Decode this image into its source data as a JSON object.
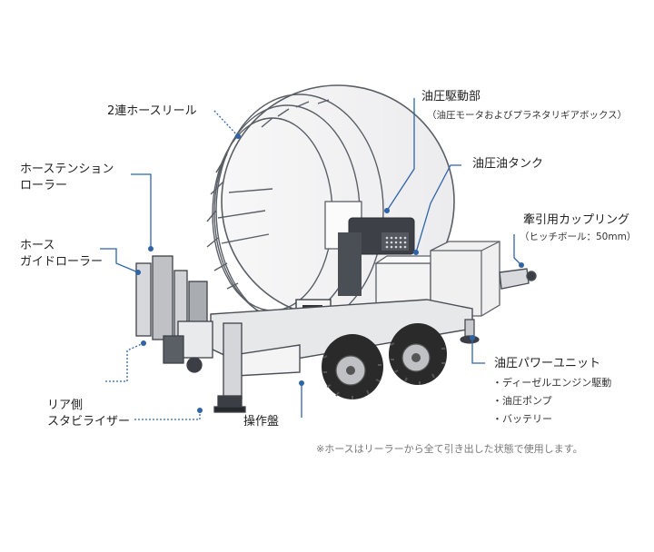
{
  "labels": {
    "twin_reel": "2連ホースリール",
    "tension_roller_1": "ホーステンション",
    "tension_roller_2": "ローラー",
    "guide_roller_1": "ホース",
    "guide_roller_2": "ガイドローラー",
    "rear_stabilizer_1": "リア側",
    "rear_stabilizer_2": "スタビライザー",
    "control_panel": "操作盤",
    "hydraulic_drive": "油圧駆動部",
    "hydraulic_drive_sub": "（油圧モータおよびプラネタリギアボックス）",
    "oil_tank": "油圧油タンク",
    "coupling": "牽引用カップリング",
    "coupling_sub": "（ヒッチボール：50mm）",
    "power_unit": "油圧パワーユニット",
    "power_unit_items": [
      "・ディーゼルエンジン駆動",
      "・油圧ポンプ",
      "・バッテリー"
    ]
  },
  "note": "※ホースはリーラーから全て引き出した状態で使用します。",
  "colors": {
    "leader": "#2f64a8",
    "outline": "#4a4f56",
    "fill_light": "#f2f3f5",
    "tire": "#2a2a2a"
  }
}
